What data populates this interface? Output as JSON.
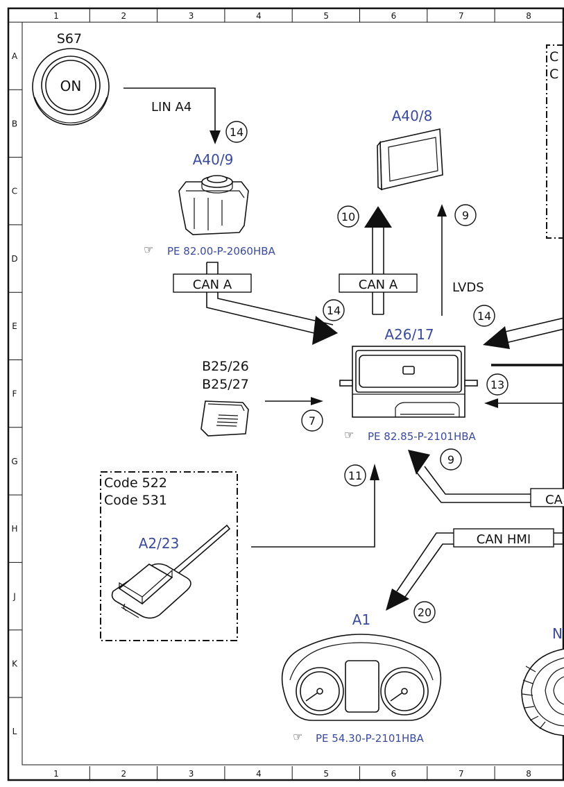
{
  "grid": {
    "columns": [
      "1",
      "2",
      "3",
      "4",
      "5",
      "6",
      "7",
      "8"
    ],
    "rows": [
      "A",
      "B",
      "C",
      "D",
      "E",
      "F",
      "G",
      "H",
      "J",
      "K",
      "L"
    ]
  },
  "components": {
    "s67": {
      "code": "S67",
      "button_text": "ON"
    },
    "a40_9": {
      "code": "A40/9",
      "ref": "PE 82.00-P-2060HBA"
    },
    "a40_8": {
      "code": "A40/8"
    },
    "a26_17": {
      "code": "A26/17",
      "ref": "PE 82.85-P-2101HBA"
    },
    "b25": {
      "code1": "B25/26",
      "code2": "B25/27"
    },
    "a2_23": {
      "code": "A2/23",
      "code_line1": "Code 522",
      "code_line2": "Code 531"
    },
    "a1": {
      "code": "A1",
      "ref": "PE 54.30-P-2101HBA"
    },
    "right_dash_box": {
      "line1": "C",
      "line2": "C"
    },
    "right_partial": {
      "code": "N"
    }
  },
  "connections": {
    "lin_a4": "LIN A4",
    "can_a_left": "CAN A",
    "can_a_mid": "CAN A",
    "lvds": "LVDS",
    "can_hmi": "CAN HMI",
    "can_partial": "CA"
  },
  "callouts": [
    "14",
    "10",
    "9",
    "14",
    "14",
    "13",
    "7",
    "9",
    "11",
    "20"
  ],
  "colors": {
    "ink": "#111111",
    "component_blue": "#3a4a9a"
  }
}
